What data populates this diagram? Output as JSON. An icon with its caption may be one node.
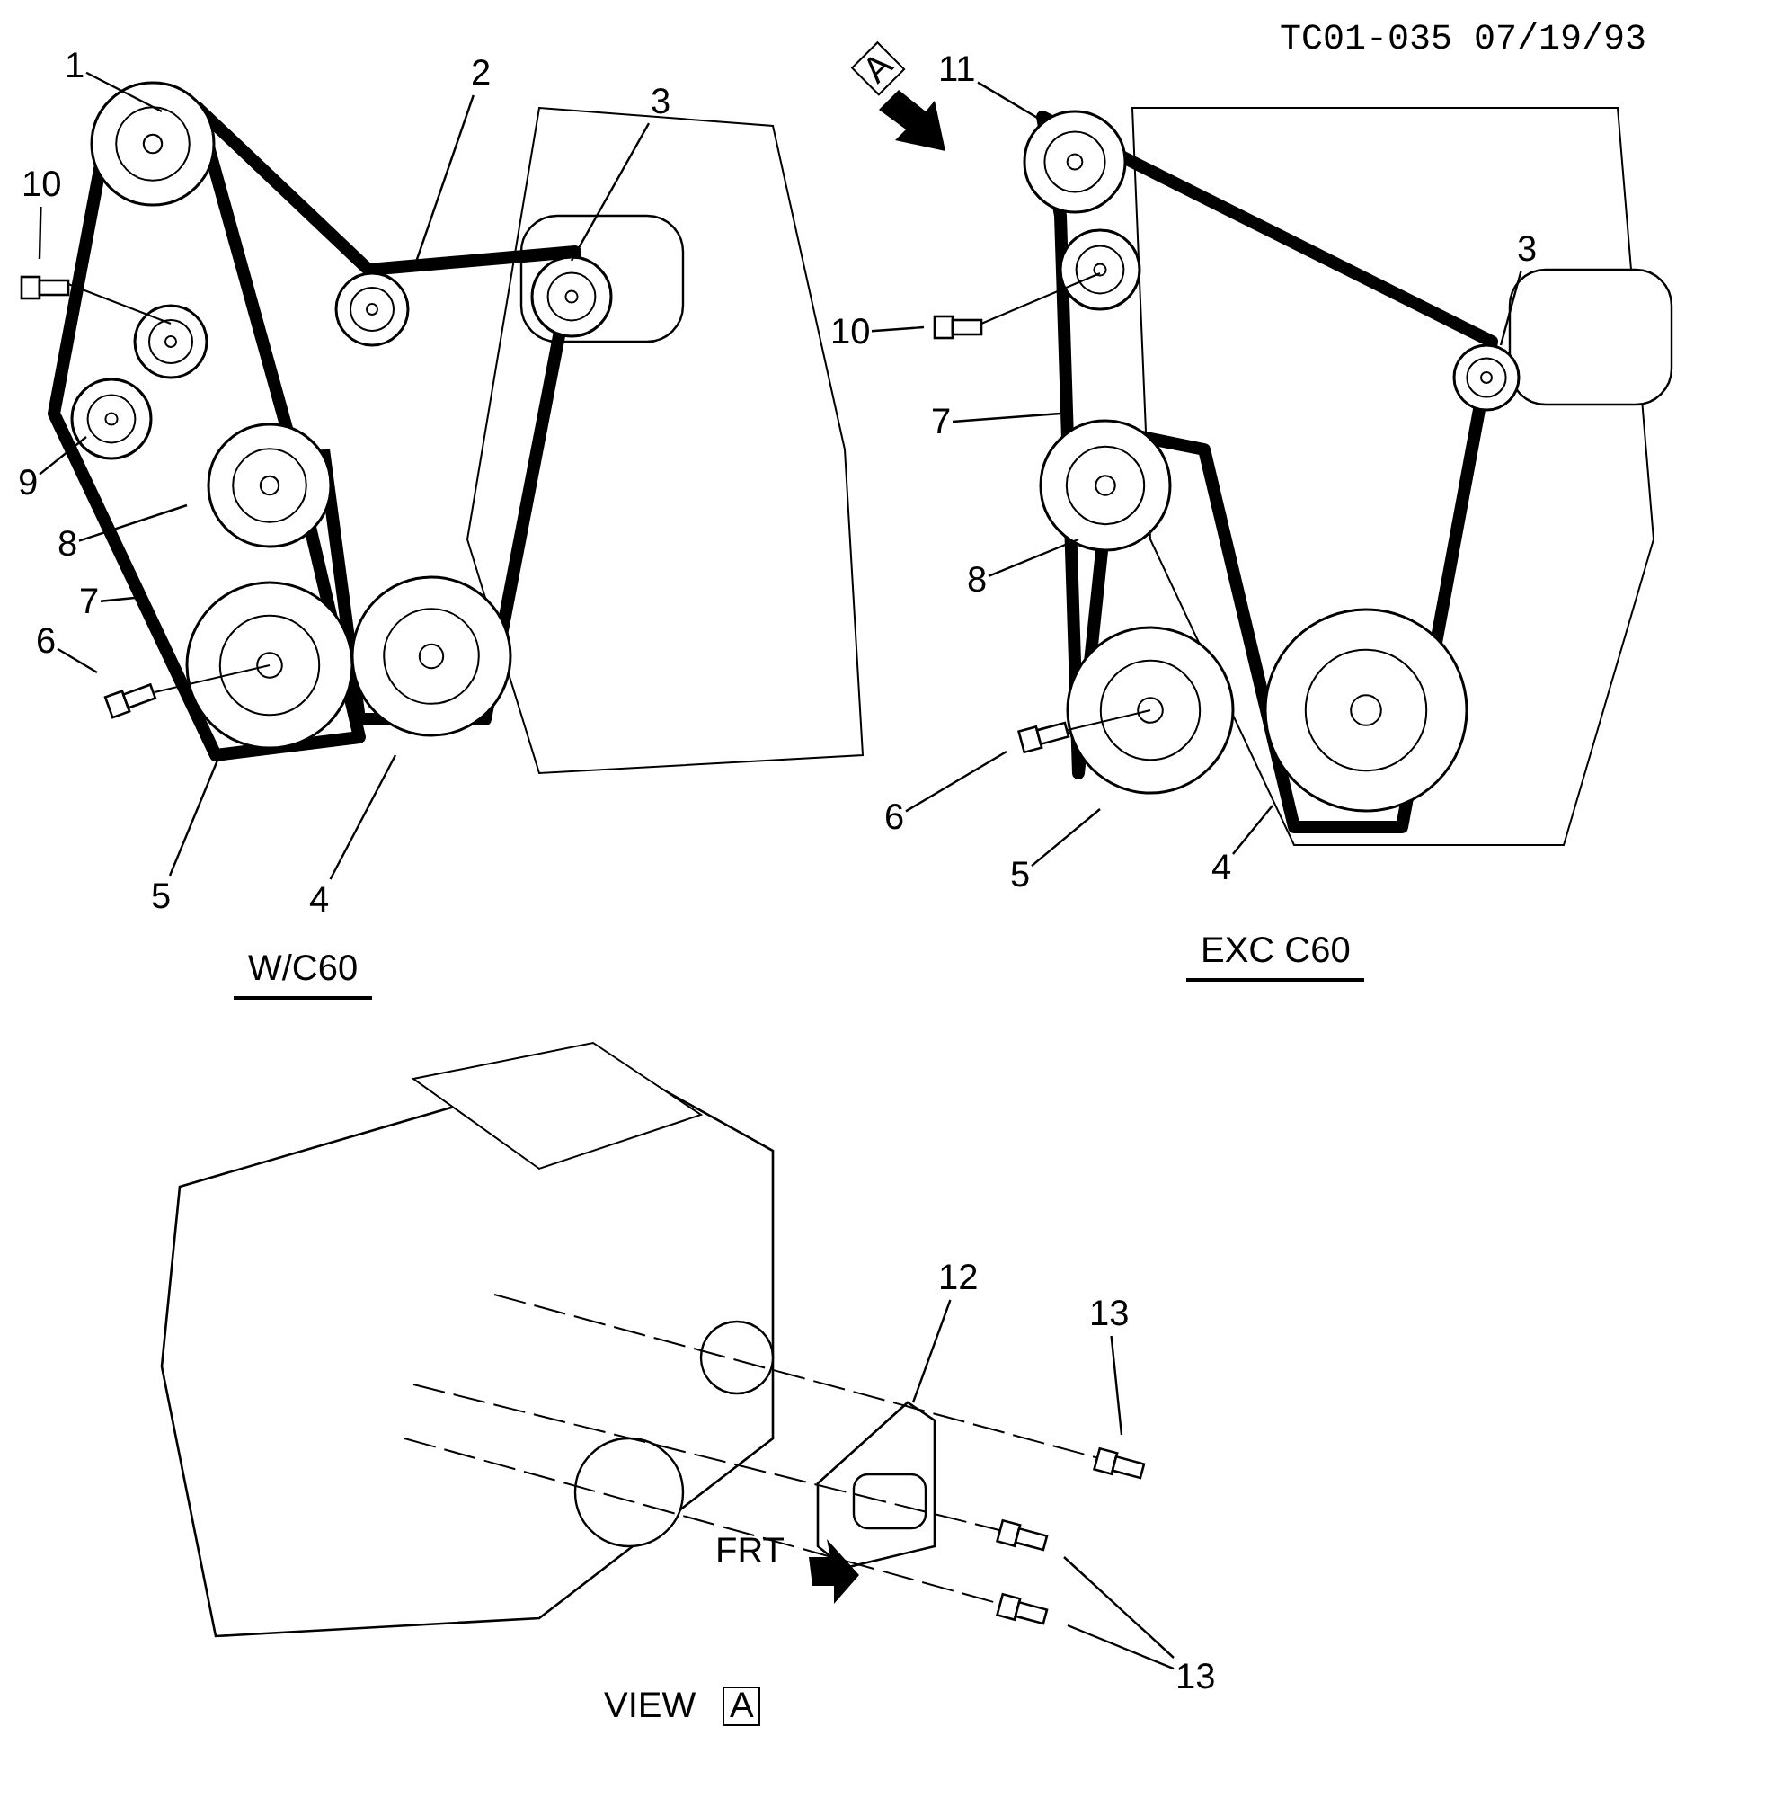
{
  "diagram": {
    "nodes": [
      {
        "text": [
          "1"
        ]
      },
      {
        "text": [
          "2"
        ]
      },
      {
        "text": [
          "3"
        ]
      },
      {
        "text": [
          "10"
        ]
      },
      {
        "text": [
          "9"
        ]
      },
      {
        "text": [
          "8"
        ]
      },
      {
        "text": [
          "7"
        ]
      },
      {
        "text": [
          "6"
        ]
      },
      {
        "text": [
          "5"
        ]
      },
      {
        "text": [
          "4"
        ]
      },
      {
        "text": [
          "11"
        ]
      },
      {
        "text": [
          "3"
        ]
      },
      {
        "text": [
          "10"
        ]
      },
      {
        "text": [
          "7"
        ]
      },
      {
        "text": [
          "8"
        ]
      },
      {
        "text": [
          "6"
        ]
      },
      {
        "text": [
          "5"
        ]
      },
      {
        "text": [
          "4"
        ]
      },
      {
        "text": [
          "12"
        ]
      },
      {
        "text": [
          "13"
        ]
      },
      {
        "text": [
          "13"
        ]
      }
    ],
    "edges": [
      {
        "from": 0,
        "to": null,
        "arrow": "none"
      },
      {
        "from": 1,
        "to": null,
        "arrow": "none"
      },
      {
        "from": 2,
        "to": null,
        "arrow": "none"
      },
      {
        "from": 3,
        "to": null,
        "arrow": "none"
      },
      {
        "from": 4,
        "to": null,
        "arrow": "none"
      },
      {
        "from": 5,
        "to": null,
        "arrow": "none"
      },
      {
        "from": 6,
        "to": null,
        "arrow": "none"
      },
      {
        "from": 7,
        "to": null,
        "arrow": "none"
      },
      {
        "from": 8,
        "to": null,
        "arrow": "none"
      },
      {
        "from": 9,
        "to": null,
        "arrow": "none"
      },
      {
        "from": 10,
        "to": null,
        "arrow": "none"
      },
      {
        "from": 11,
        "to": null,
        "arrow": "none"
      },
      {
        "from": 12,
        "to": null,
        "arrow": "none"
      },
      {
        "from": 13,
        "to": null,
        "arrow": "none"
      },
      {
        "from": 14,
        "to": null,
        "arrow": "none"
      },
      {
        "from": 15,
        "to": null,
        "arrow": "none"
      },
      {
        "from": 16,
        "to": null,
        "arrow": "none"
      },
      {
        "from": 17,
        "to": null,
        "arrow": "none"
      },
      {
        "from": 18,
        "to": null,
        "arrow": "none"
      },
      {
        "from": 19,
        "to": null,
        "arrow": "none"
      },
      {
        "from": 20,
        "to": null,
        "arrow": "none"
      },
      {
        "from": 20,
        "to": null,
        "arrow": "none"
      }
    ],
    "labels": [
      "TC01-035 07/19/93",
      "A",
      "W/C60",
      "EXC C60",
      "FRT",
      "VIEW",
      "A"
    ]
  }
}
